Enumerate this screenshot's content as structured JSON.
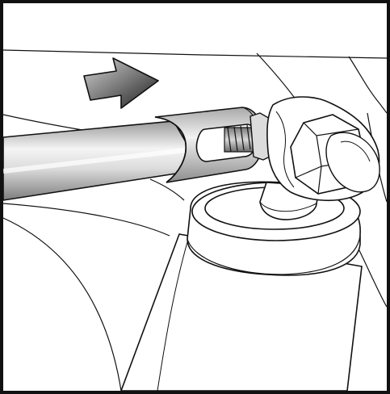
{
  "figure": {
    "kind": "technical line illustration",
    "style": "black outline on white with grey gradient shading",
    "parts": [
      "direction-arrow",
      "tie-rod-tube",
      "slotted-sleeve",
      "threaded-end",
      "ball-joint-socket",
      "hex-nut",
      "mounting-cap",
      "strut-body"
    ],
    "arrow_direction": "right",
    "colors": {
      "outline": "#111111",
      "frame": "#111111",
      "background": "#ffffff",
      "tube_light": "#f2f2f2",
      "tube_dark": "#8a8a8a",
      "arrow_light": "#c8c8c8",
      "arrow_dark": "#2a2a2a"
    }
  }
}
